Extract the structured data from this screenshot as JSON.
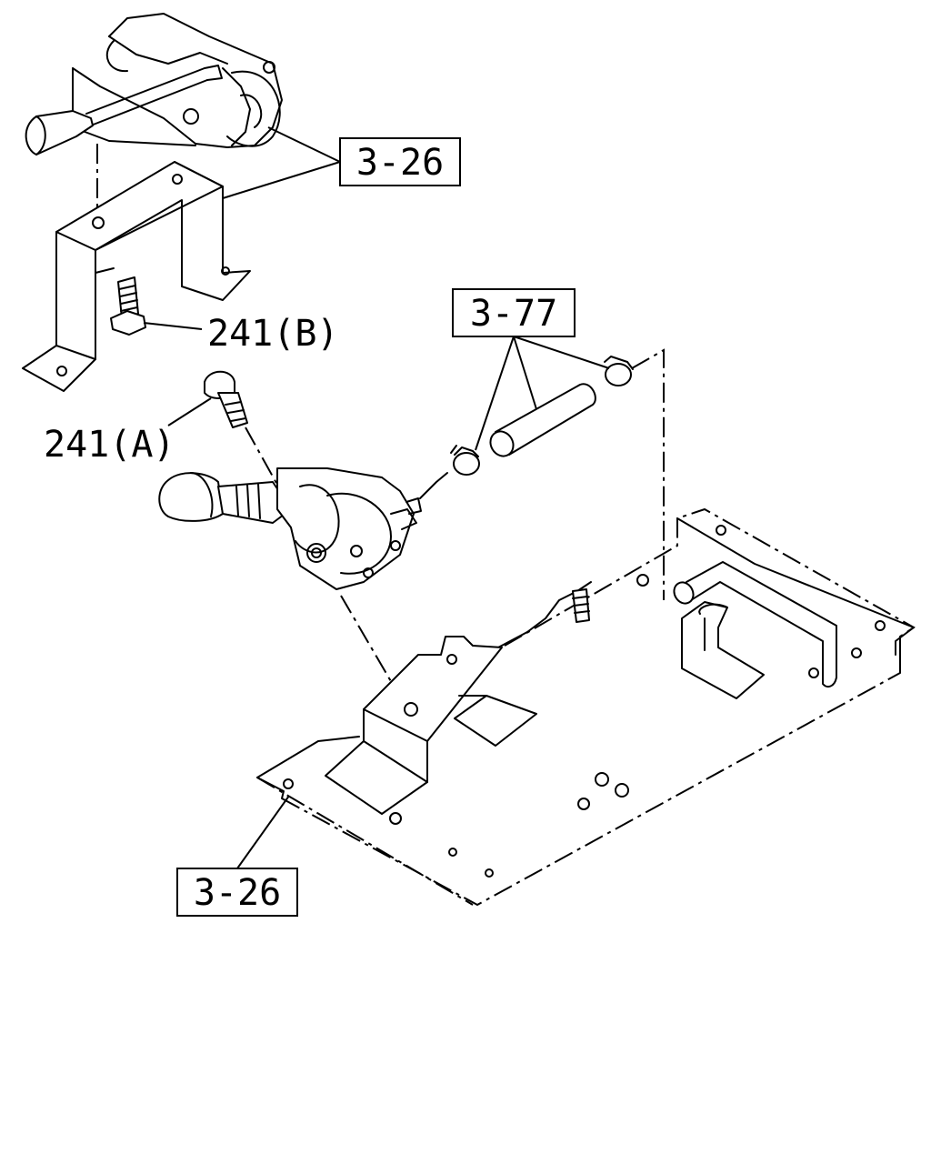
{
  "callouts": {
    "ref_top": "3-26",
    "ref_hose": "3-77",
    "ref_bottom": "3-26",
    "bolt_b": "241(B)",
    "bolt_a": "241(A)"
  },
  "colors": {
    "line": "#000000",
    "background": "#ffffff"
  }
}
